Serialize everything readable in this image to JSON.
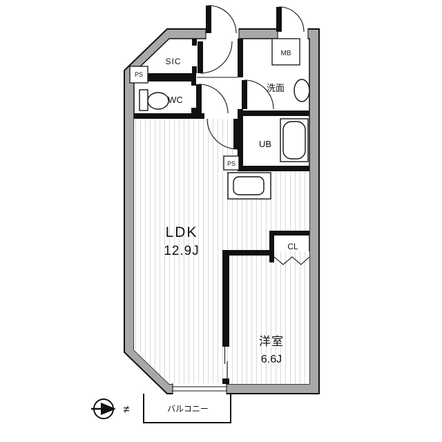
{
  "labels": {
    "sic": "SIC",
    "wc": "WC",
    "washroom": "洗面",
    "meter_box": "MB",
    "unit_bath": "UB",
    "ldk_name": "LDK",
    "ldk_size": "12.9J",
    "closet": "CL",
    "bedroom_name": "洋室",
    "bedroom_size": "6.6J",
    "balcony": "バルコニー",
    "ps_entry": "PS",
    "ps_kitchen": "PS",
    "compass_mark": "≠"
  },
  "colors": {
    "wall_fill": "#a8a8a8",
    "line": "#111111",
    "floor_stripe": "#d8d8d8",
    "background": "#ffffff"
  }
}
